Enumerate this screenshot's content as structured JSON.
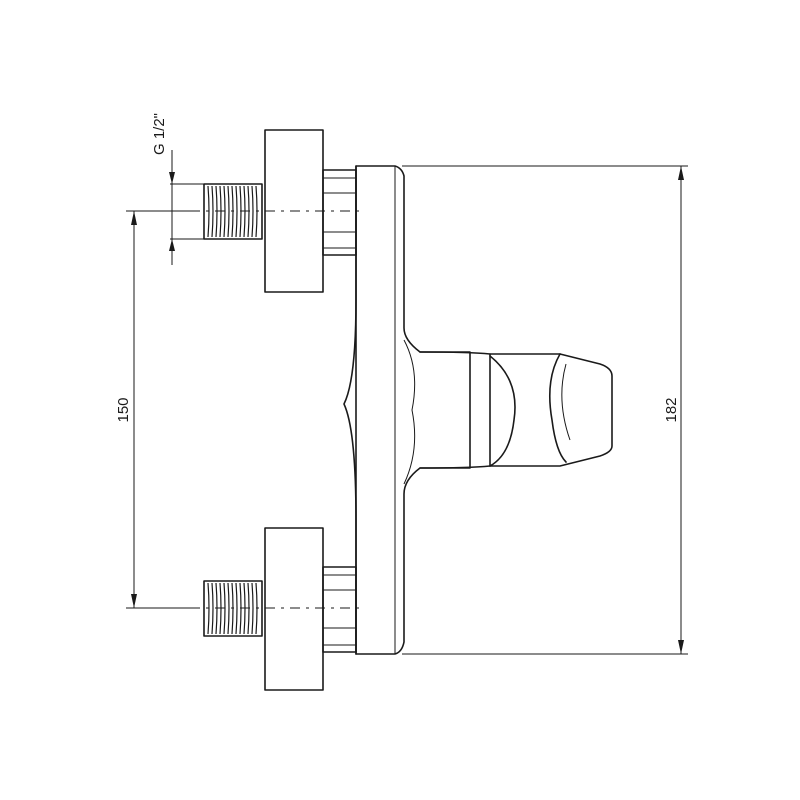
{
  "dimensions": {
    "thread_spec": "G 1/2\"",
    "center_distance": "150",
    "total_height": "182"
  },
  "colors": {
    "line": "#1a1a1a",
    "background": "#ffffff"
  }
}
